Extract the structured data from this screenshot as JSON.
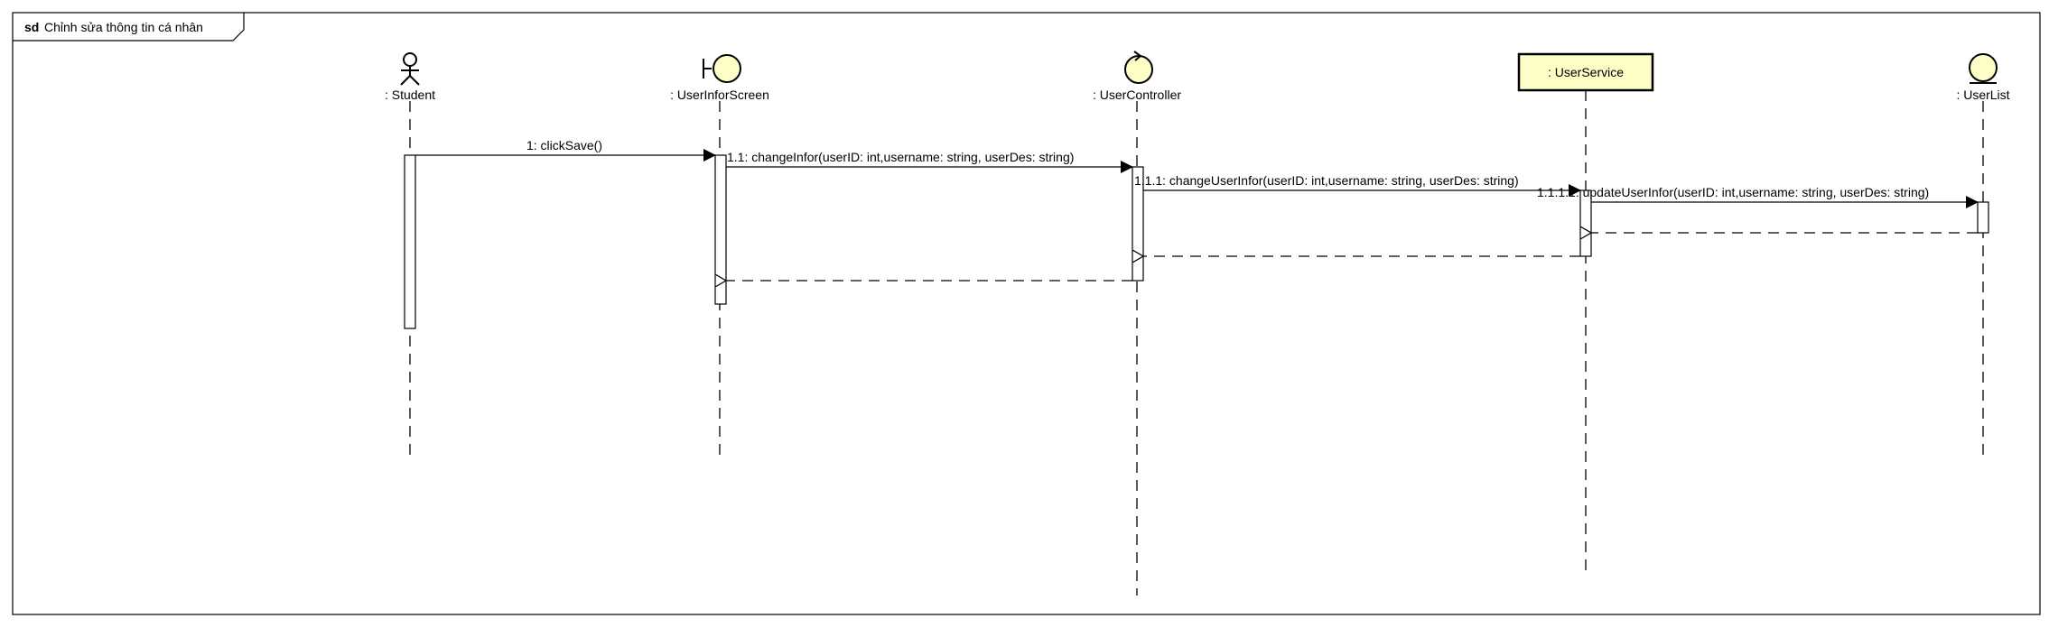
{
  "frame": {
    "keyword": "sd",
    "title": "Chỉnh sửa thông tin cá nhân"
  },
  "lifelines": [
    {
      "id": "student",
      "type": "actor",
      "label": ": Student"
    },
    {
      "id": "screen",
      "type": "boundary",
      "label": ": UserInforScreen"
    },
    {
      "id": "controller",
      "type": "control",
      "label": ": UserController"
    },
    {
      "id": "service",
      "type": "box",
      "label": ": UserService"
    },
    {
      "id": "list",
      "type": "entity",
      "label": ": UserList"
    }
  ],
  "messages": [
    {
      "id": "m1",
      "label": "1: clickSave()",
      "from": "student",
      "to": "screen",
      "kind": "sync"
    },
    {
      "id": "m2",
      "label": "1.1: changeInfor(userID: int,username: string, userDes: string)",
      "from": "screen",
      "to": "controller",
      "kind": "sync"
    },
    {
      "id": "m3",
      "label": "1.1.1: changeUserInfor(userID: int,username: string, userDes: string)",
      "from": "controller",
      "to": "service",
      "kind": "sync"
    },
    {
      "id": "m4",
      "label": "1.1.1.1: updateUserInfor(userID: int,username: string, userDes: string)",
      "from": "service",
      "to": "list",
      "kind": "sync"
    },
    {
      "id": "r4",
      "label": "",
      "from": "list",
      "to": "service",
      "kind": "return"
    },
    {
      "id": "r3",
      "label": "",
      "from": "service",
      "to": "controller",
      "kind": "return"
    },
    {
      "id": "r2",
      "label": "",
      "from": "controller",
      "to": "screen",
      "kind": "return"
    }
  ],
  "colors": {
    "participant_fill": "#fdfdc6",
    "line": "#000000",
    "background": "#ffffff"
  }
}
